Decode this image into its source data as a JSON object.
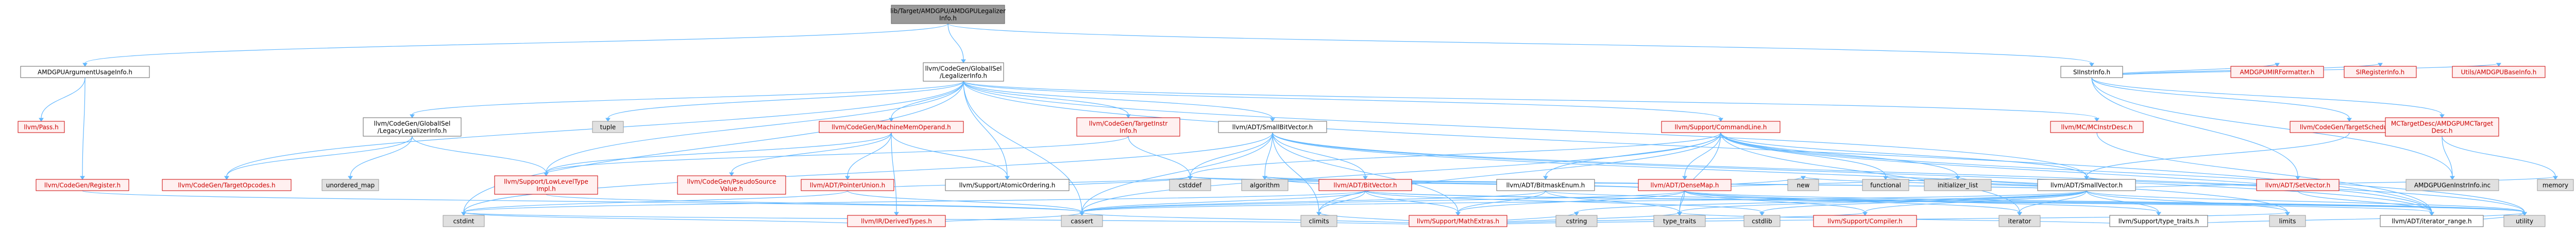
{
  "graph": {
    "colors": {
      "root_fill": "#999999",
      "root_stroke": "#666666",
      "node_fill": "#ffffff",
      "node_stroke": "#666666",
      "link_text": "#000000",
      "red_fill": "#fff0f0",
      "red_stroke": "#cc0000",
      "red_text": "#cc0000",
      "gray_fill": "#e0e0e0",
      "gray_stroke": "#999999",
      "edge": "#63b8ff"
    },
    "nodes": [
      {
        "id": "root",
        "lines": [
          "lib/Target/AMDGPU/AMDGPULegalizer",
          "Info.h"
        ],
        "style": "root"
      },
      {
        "id": "amdgpuargs",
        "lines": [
          "AMDGPUArgumentUsageInfo.h"
        ],
        "style": "normal"
      },
      {
        "id": "globalisel_legal",
        "lines": [
          "llvm/CodeGen/GlobalISel",
          "/LegalizerInfo.h"
        ],
        "style": "normal"
      },
      {
        "id": "siinstrinfo",
        "lines": [
          "SIInstrInfo.h"
        ],
        "style": "normal"
      },
      {
        "id": "pass",
        "lines": [
          "llvm/Pass.h"
        ],
        "style": "red"
      },
      {
        "id": "register",
        "lines": [
          "llvm/CodeGen/Register.h"
        ],
        "style": "red"
      },
      {
        "id": "tuple",
        "lines": [
          "tuple"
        ],
        "style": "gray"
      },
      {
        "id": "legacy_legal",
        "lines": [
          "llvm/CodeGen/GlobalISel",
          "/LegacyLegalizerInfo.h"
        ],
        "style": "normal"
      },
      {
        "id": "mmo",
        "lines": [
          "llvm/CodeGen/MachineMemOperand.h"
        ],
        "style": "red"
      },
      {
        "id": "targetopcodes",
        "lines": [
          "llvm/CodeGen/TargetOpcodes.h"
        ],
        "style": "red"
      },
      {
        "id": "unordered_map",
        "lines": [
          "unordered_map"
        ],
        "style": "gray"
      },
      {
        "id": "lowleveltype",
        "lines": [
          "llvm/Support/LowLevelType",
          "Impl.h"
        ],
        "style": "red"
      },
      {
        "id": "pseudosource",
        "lines": [
          "llvm/CodeGen/PseudoSource",
          "Value.h"
        ],
        "style": "red"
      },
      {
        "id": "targetinstrinfo",
        "lines": [
          "llvm/CodeGen/TargetInstr",
          "Info.h"
        ],
        "style": "red"
      },
      {
        "id": "pointerunion",
        "lines": [
          "llvm/ADT/PointerUnion.h"
        ],
        "style": "red"
      },
      {
        "id": "atomicordering",
        "lines": [
          "llvm/Support/AtomicOrdering.h"
        ],
        "style": "normal"
      },
      {
        "id": "derivedtypes",
        "lines": [
          "llvm/IR/DerivedTypes.h"
        ],
        "style": "red"
      },
      {
        "id": "smallbitvector",
        "lines": [
          "llvm/ADT/SmallBitVector.h"
        ],
        "style": "normal"
      },
      {
        "id": "commandline",
        "lines": [
          "llvm/Support/CommandLine.h"
        ],
        "style": "red"
      },
      {
        "id": "bitvector",
        "lines": [
          "llvm/ADT/BitVector.h"
        ],
        "style": "red"
      },
      {
        "id": "bitmaskenum",
        "lines": [
          "llvm/ADT/BitmaskEnum.h"
        ],
        "style": "normal"
      },
      {
        "id": "densemap",
        "lines": [
          "llvm/ADT/DenseMap.h"
        ],
        "style": "red"
      },
      {
        "id": "mcinstrdesc",
        "lines": [
          "llvm/MC/MCInstrDesc.h"
        ],
        "style": "red"
      },
      {
        "id": "targetschedule",
        "lines": [
          "llvm/CodeGen/TargetSchedule.h"
        ],
        "style": "red"
      },
      {
        "id": "smallvector",
        "lines": [
          "llvm/ADT/SmallVector.h"
        ],
        "style": "normal"
      },
      {
        "id": "setvector",
        "lines": [
          "llvm/ADT/SetVector.h"
        ],
        "style": "red"
      },
      {
        "id": "mctargetdesc",
        "lines": [
          "MCTargetDesc/AMDGPUMCTarget",
          "Desc.h"
        ],
        "style": "red"
      },
      {
        "id": "amdgpumirformatter",
        "lines": [
          "AMDGPUMIRFormatter.h"
        ],
        "style": "red"
      },
      {
        "id": "siregisterinfo",
        "lines": [
          "SIRegisterInfo.h"
        ],
        "style": "red"
      },
      {
        "id": "amdgpubaseinfo",
        "lines": [
          "Utils/AMDGPUBaseInfo.h"
        ],
        "style": "red"
      },
      {
        "id": "mathextras",
        "lines": [
          "llvm/Support/MathExtras.h"
        ],
        "style": "red"
      },
      {
        "id": "typetraits",
        "lines": [
          "llvm/Support/type_traits.h"
        ],
        "style": "normal"
      },
      {
        "id": "iteratorrange",
        "lines": [
          "llvm/ADT/iterator_range.h"
        ],
        "style": "normal"
      },
      {
        "id": "genericinstr",
        "lines": [
          "AMDGPUGenInstrInfo.inc"
        ],
        "style": "gray"
      },
      {
        "id": "memory",
        "lines": [
          "memory"
        ],
        "style": "gray"
      },
      {
        "id": "functional",
        "lines": [
          "functional"
        ],
        "style": "gray"
      },
      {
        "id": "cstddef",
        "lines": [
          "cstddef"
        ],
        "style": "gray"
      },
      {
        "id": "algorithm",
        "lines": [
          "algorithm"
        ],
        "style": "gray"
      },
      {
        "id": "climits",
        "lines": [
          "climits"
        ],
        "style": "gray"
      },
      {
        "id": "cstdint",
        "lines": [
          "cstdint"
        ],
        "style": "gray"
      },
      {
        "id": "cassert",
        "lines": [
          "cassert"
        ],
        "style": "gray"
      },
      {
        "id": "cstring",
        "lines": [
          "cstring"
        ],
        "style": "gray"
      },
      {
        "id": "new",
        "lines": [
          "new"
        ],
        "style": "gray"
      },
      {
        "id": "initializer_list",
        "lines": [
          "initializer_list"
        ],
        "style": "gray"
      },
      {
        "id": "iterator",
        "lines": [
          "iterator"
        ],
        "style": "gray"
      },
      {
        "id": "cstdlib",
        "lines": [
          "cstdlib"
        ],
        "style": "gray"
      },
      {
        "id": "compiler",
        "lines": [
          "llvm/Support/Compiler.h"
        ],
        "style": "red"
      },
      {
        "id": "type_traits",
        "lines": [
          "type_traits"
        ],
        "style": "gray"
      },
      {
        "id": "limits",
        "lines": [
          "limits"
        ],
        "style": "gray"
      },
      {
        "id": "utility",
        "lines": [
          "utility"
        ],
        "style": "gray"
      }
    ],
    "edges": [
      [
        "root",
        "amdgpuargs"
      ],
      [
        "root",
        "globalisel_legal"
      ],
      [
        "root",
        "siinstrinfo"
      ],
      [
        "amdgpuargs",
        "pass"
      ],
      [
        "amdgpuargs",
        "register"
      ],
      [
        "globalisel_legal",
        "tuple"
      ],
      [
        "globalisel_legal",
        "legacy_legal"
      ],
      [
        "globalisel_legal",
        "mmo"
      ],
      [
        "globalisel_legal",
        "targetopcodes"
      ],
      [
        "globalisel_legal",
        "lowleveltype"
      ],
      [
        "globalisel_legal",
        "smallbitvector"
      ],
      [
        "globalisel_legal",
        "commandline"
      ],
      [
        "globalisel_legal",
        "mcinstrdesc"
      ],
      [
        "globalisel_legal",
        "atomicordering"
      ],
      [
        "globalisel_legal",
        "cassert"
      ],
      [
        "globalisel_legal",
        "cstdint"
      ],
      [
        "globalisel_legal",
        "targetinstrinfo"
      ],
      [
        "globalisel_legal",
        "smallvector"
      ],
      [
        "globalisel_legal",
        "iteratorrange"
      ],
      [
        "legacy_legal",
        "unordered_map"
      ],
      [
        "legacy_legal",
        "targetopcodes"
      ],
      [
        "legacy_legal",
        "lowleveltype"
      ],
      [
        "mmo",
        "pseudosource"
      ],
      [
        "mmo",
        "pointerunion"
      ],
      [
        "mmo",
        "atomicordering"
      ],
      [
        "mmo",
        "derivedtypes"
      ],
      [
        "mmo",
        "lowleveltype"
      ],
      [
        "targetinstrinfo",
        "lowleveltype"
      ],
      [
        "targetinstrinfo",
        "cstddef"
      ],
      [
        "smallbitvector",
        "bitvector"
      ],
      [
        "smallbitvector",
        "mathextras"
      ],
      [
        "smallbitvector",
        "algorithm"
      ],
      [
        "smallbitvector",
        "cassert"
      ],
      [
        "smallbitvector",
        "climits"
      ],
      [
        "smallbitvector",
        "cstddef"
      ],
      [
        "smallbitvector",
        "cstdint"
      ],
      [
        "smallbitvector",
        "limits"
      ],
      [
        "smallbitvector",
        "utility"
      ],
      [
        "smallbitvector",
        "iteratorrange"
      ],
      [
        "commandline",
        "densemap"
      ],
      [
        "commandline",
        "smallvector"
      ],
      [
        "commandline",
        "bitmaskenum"
      ],
      [
        "commandline",
        "functional"
      ],
      [
        "commandline",
        "iteratorrange"
      ],
      [
        "commandline",
        "type_traits"
      ],
      [
        "commandline",
        "cassert"
      ],
      [
        "commandline",
        "climits"
      ],
      [
        "commandline",
        "cstddef"
      ],
      [
        "commandline",
        "initializer_list"
      ],
      [
        "commandline",
        "utility"
      ],
      [
        "commandline",
        "iterator"
      ],
      [
        "bitvector",
        "mathextras"
      ],
      [
        "bitvector",
        "algorithm"
      ],
      [
        "bitvector",
        "cassert"
      ],
      [
        "bitvector",
        "climits"
      ],
      [
        "bitvector",
        "cstdint"
      ],
      [
        "bitvector",
        "cstdlib"
      ],
      [
        "bitvector",
        "utility"
      ],
      [
        "bitvector",
        "iteratorrange"
      ],
      [
        "bitmaskenum",
        "mathextras"
      ],
      [
        "bitmaskenum",
        "cassert"
      ],
      [
        "bitmaskenum",
        "type_traits"
      ],
      [
        "bitmaskenum",
        "utility"
      ],
      [
        "densemap",
        "mathextras"
      ],
      [
        "densemap",
        "compiler"
      ],
      [
        "densemap",
        "algorithm"
      ],
      [
        "densemap",
        "cassert"
      ],
      [
        "densemap",
        "cstddef"
      ],
      [
        "densemap",
        "initializer_list"
      ],
      [
        "densemap",
        "iterator"
      ],
      [
        "densemap",
        "new"
      ],
      [
        "densemap",
        "type_traits"
      ],
      [
        "densemap",
        "utility"
      ],
      [
        "densemap",
        "typetraits"
      ],
      [
        "mcinstrdesc",
        "iteratorrange"
      ],
      [
        "siinstrinfo",
        "targetschedule"
      ],
      [
        "siinstrinfo",
        "setvector"
      ],
      [
        "siinstrinfo",
        "mctargetdesc"
      ],
      [
        "siinstrinfo",
        "amdgpumirformatter"
      ],
      [
        "siinstrinfo",
        "siregisterinfo"
      ],
      [
        "siinstrinfo",
        "amdgpubaseinfo"
      ],
      [
        "siinstrinfo",
        "genericinstr"
      ],
      [
        "targetschedule",
        "smallvector"
      ],
      [
        "smallvector",
        "typetraits"
      ],
      [
        "smallvector",
        "compiler"
      ],
      [
        "smallvector",
        "algorithm"
      ],
      [
        "smallvector",
        "cassert"
      ],
      [
        "smallvector",
        "cstddef"
      ],
      [
        "smallvector",
        "cstdlib"
      ],
      [
        "smallvector",
        "cstring"
      ],
      [
        "smallvector",
        "functional"
      ],
      [
        "smallvector",
        "initializer_list"
      ],
      [
        "smallvector",
        "iterator"
      ],
      [
        "smallvector",
        "limits"
      ],
      [
        "smallvector",
        "memory"
      ],
      [
        "smallvector",
        "new"
      ],
      [
        "smallvector",
        "type_traits"
      ],
      [
        "smallvector",
        "utility"
      ],
      [
        "setvector",
        "iteratorrange"
      ],
      [
        "setvector",
        "smallvector"
      ],
      [
        "mctargetdesc",
        "memory"
      ],
      [
        "mctargetdesc",
        "genericinstr"
      ],
      [
        "mathextras",
        "compiler"
      ],
      [
        "mathextras",
        "cassert"
      ],
      [
        "mathextras",
        "climits"
      ],
      [
        "mathextras",
        "cstdint"
      ],
      [
        "mathextras",
        "cstring"
      ],
      [
        "mathextras",
        "limits"
      ],
      [
        "mathextras",
        "type_traits"
      ],
      [
        "typetraits",
        "type_traits"
      ],
      [
        "typetraits",
        "utility"
      ],
      [
        "derivedtypes",
        "cassert"
      ],
      [
        "derivedtypes",
        "cstdint"
      ],
      [
        "pointerunion",
        "cassert"
      ],
      [
        "pointerunion",
        "cstddef"
      ],
      [
        "pointerunion",
        "cstdint"
      ],
      [
        "lowleveltype",
        "cassert"
      ],
      [
        "register",
        "cassert"
      ],
      [
        "atomicordering",
        "cstddef"
      ],
      [
        "iteratorrange",
        "utility"
      ]
    ]
  }
}
